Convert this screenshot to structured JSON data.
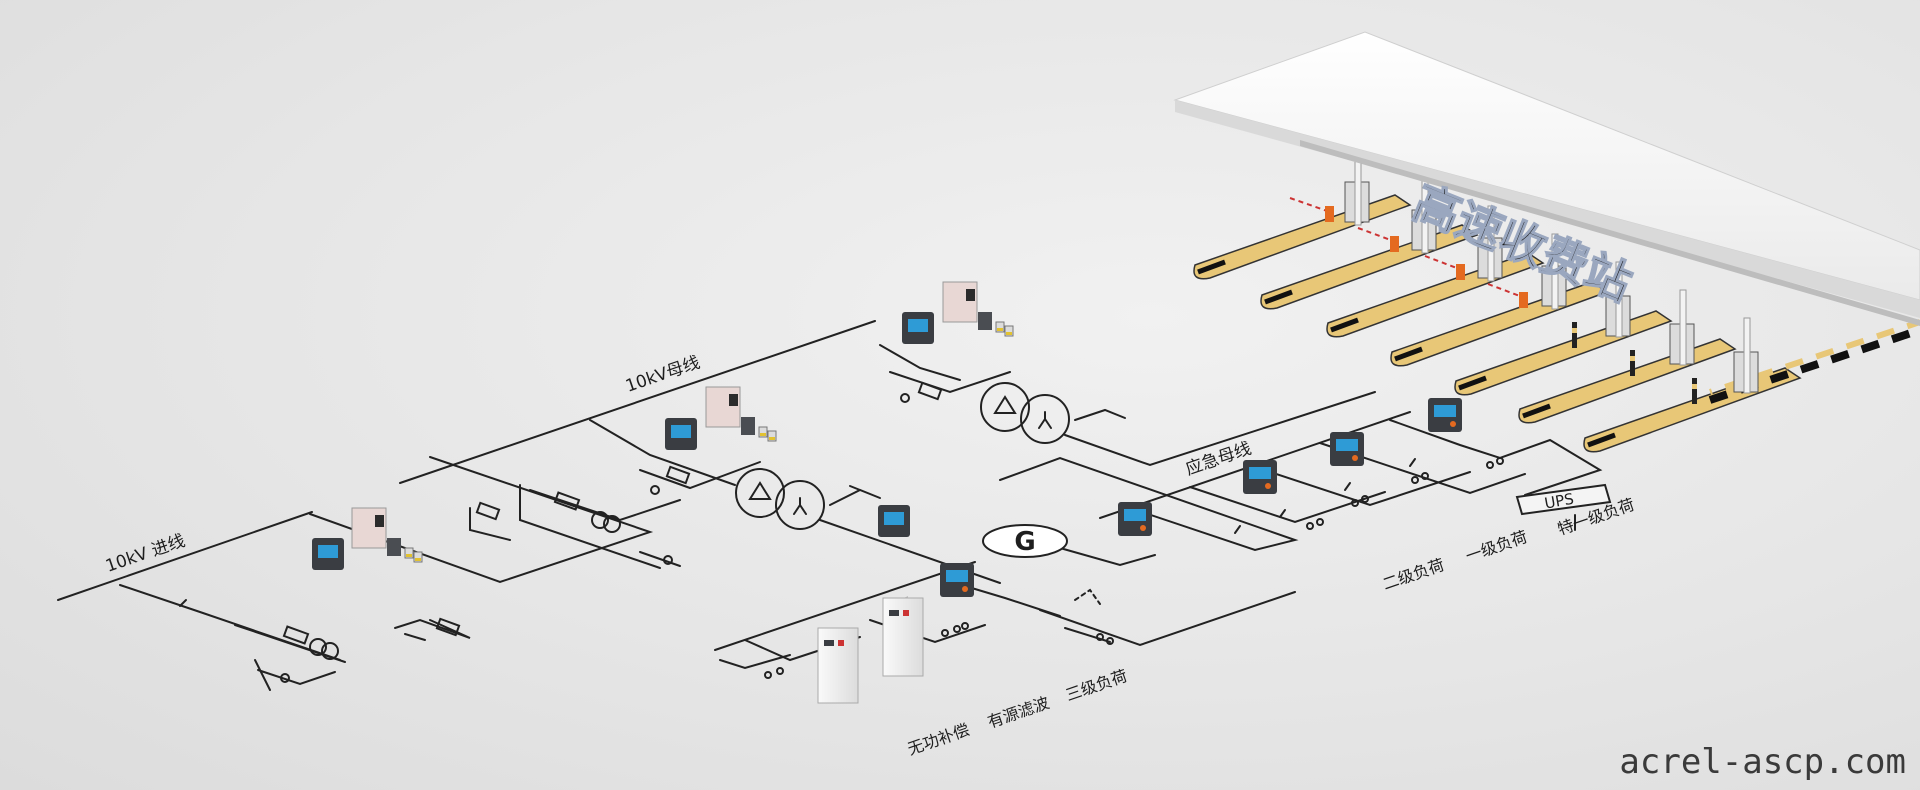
{
  "diagram": {
    "bus_labels": {
      "incoming": "10kV 进线",
      "bus_10kv": "10kV母线",
      "emergency": "应急母线"
    },
    "load_labels": {
      "reactive_comp": "无功补偿",
      "active_filter": "有源滤波",
      "tertiary": "三级负荷",
      "secondary": "二级负荷",
      "primary": "一级负荷",
      "special_primary": "特一级负荷"
    },
    "generator_label": "G",
    "ups_label": "UPS",
    "toll_station_text": "高速收费站",
    "watermark": "acrel-ascp.com"
  },
  "colors": {
    "line": "#222222",
    "device_dark": "#3a3d42",
    "device_screen": "#2e9bd6",
    "relay_body": "#e8d7d4",
    "canopy": "#f7f7f7",
    "lane_yellow": "#e8c777",
    "barrier_orange": "#e46a20"
  }
}
